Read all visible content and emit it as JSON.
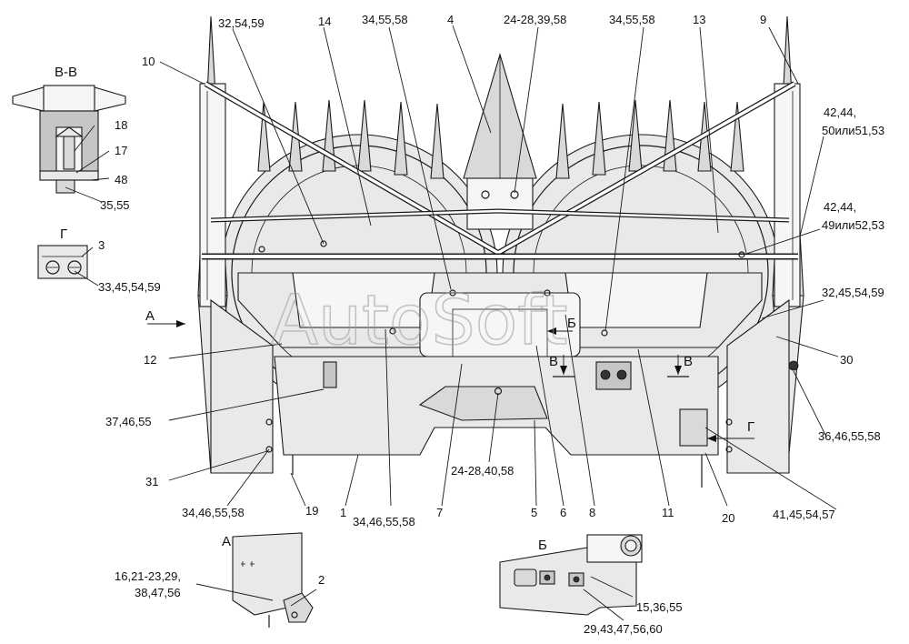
{
  "watermark": "AutoSoft",
  "section_marks": {
    "vv_title": "В-В",
    "g_title": "Г",
    "a_view": "А",
    "a_arrow": "А",
    "b_view": "Б",
    "b_arrow": "Б",
    "v_left": "В",
    "v_right": "В",
    "g_arrow": "Г"
  },
  "callouts": {
    "c10": "10",
    "c32_54_59": "32,54,59",
    "c14": "14",
    "c34_55_58_a": "34,55,58",
    "c4": "4",
    "c24_28_39_58": "24-28,39,58",
    "c34_55_58_b": "34,55,58",
    "c13": "13",
    "c9": "9",
    "c42_44_a": "42,44,",
    "c50_51_53": "50или51,53",
    "c42_44_b": "42,44,",
    "c49_52_53": "49или52,53",
    "c18": "18",
    "c17": "17",
    "c48": "48",
    "c35_55": "35,55",
    "c3": "3",
    "c33_45_54_59": "33,45,54,59",
    "c32_45_54_59": "32,45,54,59",
    "c12": "12",
    "c30": "30",
    "c37_46_55": "37,46,55",
    "c36_46_55_58": "36,46,55,58",
    "c41_45_54_57": "41,45,54,57",
    "c31": "31",
    "c34_46_55_58_a": "34,46,55,58",
    "c19": "19",
    "c1": "1",
    "c34_46_55_58_b": "34,46,55,58",
    "c7": "7",
    "c24_28_40_58": "24-28,40,58",
    "c5": "5",
    "c6": "6",
    "c8": "8",
    "c11": "11",
    "c20": "20",
    "c16_21_23_29": "16,21-23,29,",
    "c38_47_56": "38,47,56",
    "c2": "2",
    "c15_36_55": "15,36,55",
    "c29_43_47_56_60": "29,43,47,56,60"
  }
}
